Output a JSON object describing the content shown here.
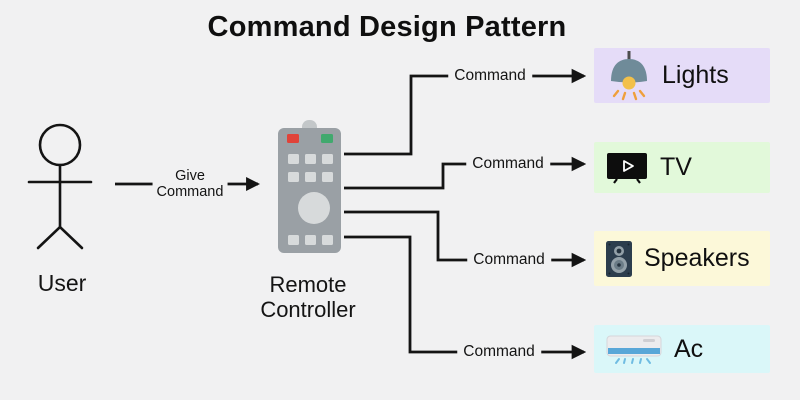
{
  "title": "Command Design Pattern",
  "user": {
    "label": "User"
  },
  "remote": {
    "label_line1": "Remote",
    "label_line2": "Controller"
  },
  "give_command": {
    "line1": "Give",
    "line2": "Command"
  },
  "devices": [
    {
      "name": "Lights",
      "icon": "lamp-icon",
      "bg": "#e5dcf8",
      "command_label": "Command"
    },
    {
      "name": "TV",
      "icon": "tv-icon",
      "bg": "#e2f9da",
      "command_label": "Command"
    },
    {
      "name": "Speakers",
      "icon": "speaker-icon",
      "bg": "#fcf8d9",
      "command_label": "Command"
    },
    {
      "name": "Ac",
      "icon": "ac-icon",
      "bg": "#daf7f9",
      "command_label": "Command"
    }
  ],
  "colors": {
    "background": "#f1f1f2",
    "line": "#141414",
    "remote_body": "#9aa0a5",
    "remote_bump": "#c3c7c9",
    "remote_button_red": "#e04339",
    "remote_button_green": "#41a96e",
    "remote_button_gray": "#d7dadb"
  }
}
